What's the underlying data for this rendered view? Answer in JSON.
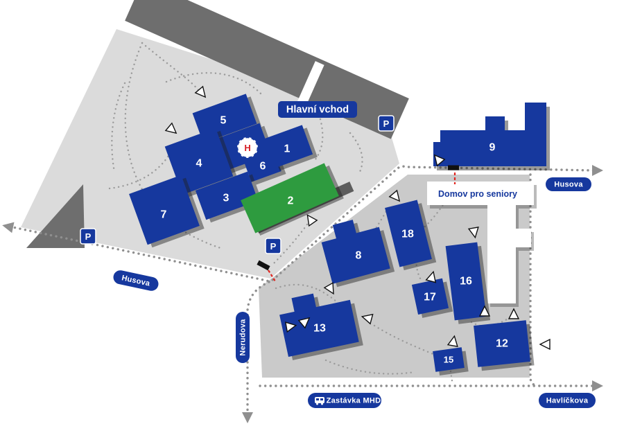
{
  "colors": {
    "building_blue": "#16389E",
    "building_green": "#2E9B3F",
    "campus_west": "#DBDBDB",
    "campus_east": "#CACACA",
    "road_gray": "#6E6E6E",
    "path_dot_gray": "#8F8F8F",
    "accent_red": "#E0251F",
    "white": "#FFFFFF"
  },
  "buildings": {
    "b1": "1",
    "b2": "2",
    "b3": "3",
    "b4": "4",
    "b5": "5",
    "b6": "6",
    "b7": "7",
    "b8": "8",
    "b9": "9",
    "b12": "12",
    "b13": "13",
    "b15": "15",
    "b16": "16",
    "b17": "17",
    "b18": "18"
  },
  "badges": {
    "main_entrance": "Hlavní vchod",
    "seniors_home": "Domov pro seniory",
    "husova": "Husova",
    "nerudova": "Nerudova",
    "havlickova": "Havlíčkova",
    "bus_stop": "Zastávka MHD",
    "parking": "P",
    "helipad": "H"
  }
}
